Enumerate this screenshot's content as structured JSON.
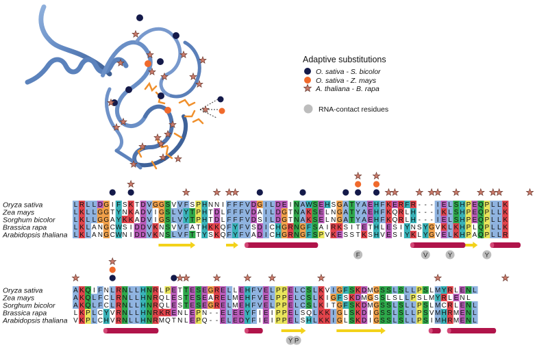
{
  "legend": {
    "title": "Adaptive substitutions",
    "items": [
      {
        "label": "O. sativa - S. bicolor",
        "marker": "circle",
        "color": "#141a4a"
      },
      {
        "label": "O. sativa - Z. mays",
        "marker": "circle",
        "color": "#f06a2c"
      },
      {
        "label": "A. thaliana - B. rapa",
        "marker": "star",
        "color": "#c97a6a"
      }
    ],
    "rna_contact": {
      "label": "RNA-contact residues",
      "color": "#bdbdbd"
    }
  },
  "colors": {
    "hydrophobic": "#8fb3e0",
    "positive": "#e0434a",
    "negative": "#b85bb8",
    "polar": "#2ea84a",
    "glycine": "#f0a04a",
    "proline": "#e8e45a",
    "aromatic": "#38b2b8",
    "helix": "#b0144a",
    "strand": "#f3d21a"
  },
  "alignments": [
    {
      "species": [
        "Oryza sativa",
        "Zea mays",
        "Sorghum bicolor",
        "Brassica rapa",
        "Arabidopsis thaliana"
      ],
      "sequences": [
        "LRLLDGIFSKTDVGGSVVFSPHNNIFFFVDGILDEINAWSEHSGATYAEHFKERFR---IELSHPEQPLLK",
        "LKLLGGTYNKADVIGSLVYTPHTDLFFFVDAILDGTNAKSELNGATYAEHFKQRLH---IKLSHPEQPLLK",
        "LKLLGGAYKKADVIGSLVYTPHTDLFFFVDSILDGTNAKSELNGATYAEHFKQRLH---IELSHPEQPLLK",
        "LKLANGCWSIDDVKNSVVFATHKKQFYFVSDICHGRNGFSAIRKSITETHLESIYNSYGVKLKHPLQPLLK",
        "LKLANGCWNIDDVKNSLVFTTYSKQFYFVADICHGRNGFSPVKESSTKSHVESIYKLYGVELKHPAQPLLR"
      ],
      "contacts": [
        "F",
        "V",
        "Y",
        "Y"
      ]
    },
    {
      "species": [
        "Oryza sativa",
        "Zea mays",
        "Sorghum bicolor",
        "Brassica rapa",
        "Arabidopsis thaliana"
      ],
      "sequences": [
        "AKQIFNLRNLLHNRLPETTESEGRELLEHFVELPPELCSLKVIGFSKDMGSSLSLLPSLMYRLENL",
        "AKQLFCLRNLLHNRQLESTESEARELMEHFVELPPELCSLKIGFSKDMGSSLSLLPSLMYRLENL",
        "AKQLFCLRNLLHNRQLESTESEGRELMEHFVELPPELCSLKITGFSKDMGSSLSLLPSLMCRLENL",
        "LKPLCYVRNLLHNRKRENLEPN--ELEEYFIEIPPELSQLKKIGLSKDIGSSLSLLPSVMHRMENL",
        "VKPLCHVRNLLHNRMQTNLEPQ--ELEDYFIEIPPELSHLKKIGLSKDIGSSLSLLPSIMHRMENL"
      ],
      "contacts": [
        "Y",
        "P"
      ]
    }
  ]
}
